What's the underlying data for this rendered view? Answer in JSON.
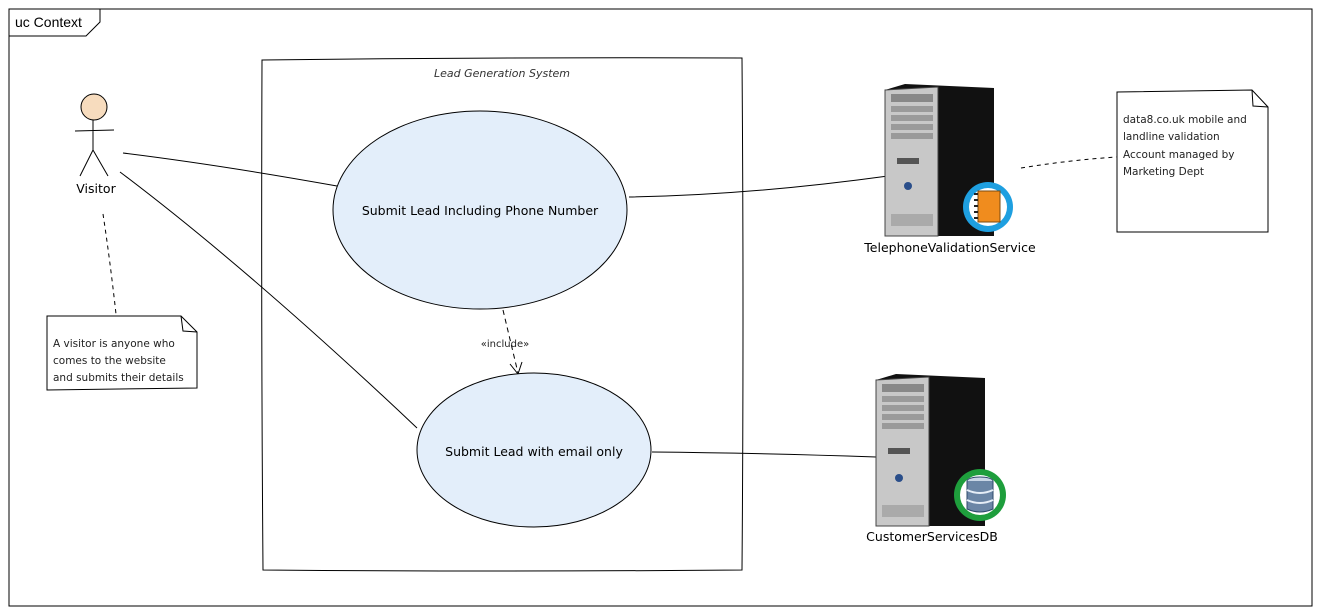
{
  "frame": {
    "title": "uc Context"
  },
  "system": {
    "title": "Lead Generation System"
  },
  "actor": {
    "name": "Visitor"
  },
  "usecases": [
    {
      "label": "Submit Lead Including Phone Number"
    },
    {
      "label": "Submit Lead with email only"
    }
  ],
  "relationship": {
    "include_label": "«include»"
  },
  "nodes": [
    {
      "label": "TelephoneValidationService",
      "icon": "address-book-icon",
      "badge_color": "#1e9fe0"
    },
    {
      "label": "CustomerServicesDB",
      "icon": "database-icon",
      "badge_color": "#1e9e3c"
    }
  ],
  "notes": {
    "visitor": [
      "A visitor is anyone who",
      "comes to the website",
      "and submits their details"
    ],
    "service": [
      "data8.co.uk mobile and",
      "landline validation",
      "Account managed by",
      "Marketing Dept"
    ]
  },
  "colors": {
    "usecase_fill": "#e3eefa",
    "stroke": "#000000",
    "tower": "#111111"
  }
}
